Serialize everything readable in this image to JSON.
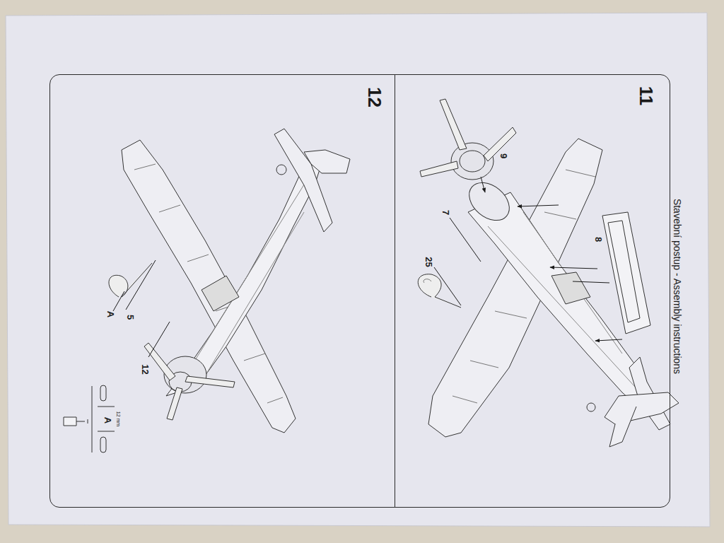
{
  "diagram": {
    "title": "Stavební postup - Assembly instructions",
    "nodes": [
      {
        "text": [
          "11"
        ]
      },
      {
        "text": [
          "12"
        ]
      }
    ],
    "labels": [
      "9",
      "8",
      "7",
      "25",
      "5",
      "A",
      "12",
      "A",
      "12 mm"
    ]
  }
}
